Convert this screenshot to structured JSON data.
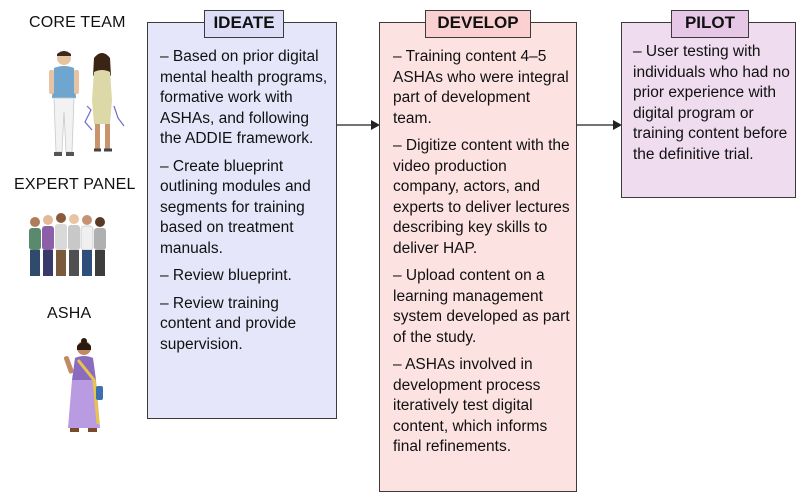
{
  "left_panel": {
    "core_team_label": "CORE TEAM",
    "expert_panel_label": "EXPERT PANEL",
    "asha_label": "ASHA"
  },
  "stages": {
    "ideate": {
      "title": "IDEATE",
      "fill": "#e6e6fb",
      "title_fill": "#ddddf8",
      "items": [
        "– Based on prior digital mental health programs, formative work with ASHAs, and following the ADDIE framework.",
        "– Create blueprint outlining modules and segments for training based on treatment manuals.",
        "– Review blueprint.",
        "– Review training content and provide supervision."
      ]
    },
    "develop": {
      "title": "DEVELOP",
      "fill": "#fde2e2",
      "title_fill": "#fbd0d0",
      "items": [
        "– Training content 4–5 ASHAs who were integral part of development team.",
        "– Digitize content with the video production company, actors, and experts to deliver lectures describing key skills to deliver HAP.",
        "– Upload content on a learning management system developed as part of the study.",
        "– ASHAs involved in development process iteratively test digital content, which informs final refinements."
      ]
    },
    "pilot": {
      "title": "PILOT",
      "fill": "#efdcef",
      "title_fill": "#e6c8e6",
      "items": [
        "– User testing with individuals who had no prior experience with digital program or training content before the definitive trial."
      ]
    }
  },
  "icons": {
    "core_team": "two-people-icon",
    "expert_panel": "group-of-people-icon",
    "asha": "woman-in-sari-icon",
    "arrow": "right-arrow-icon"
  }
}
